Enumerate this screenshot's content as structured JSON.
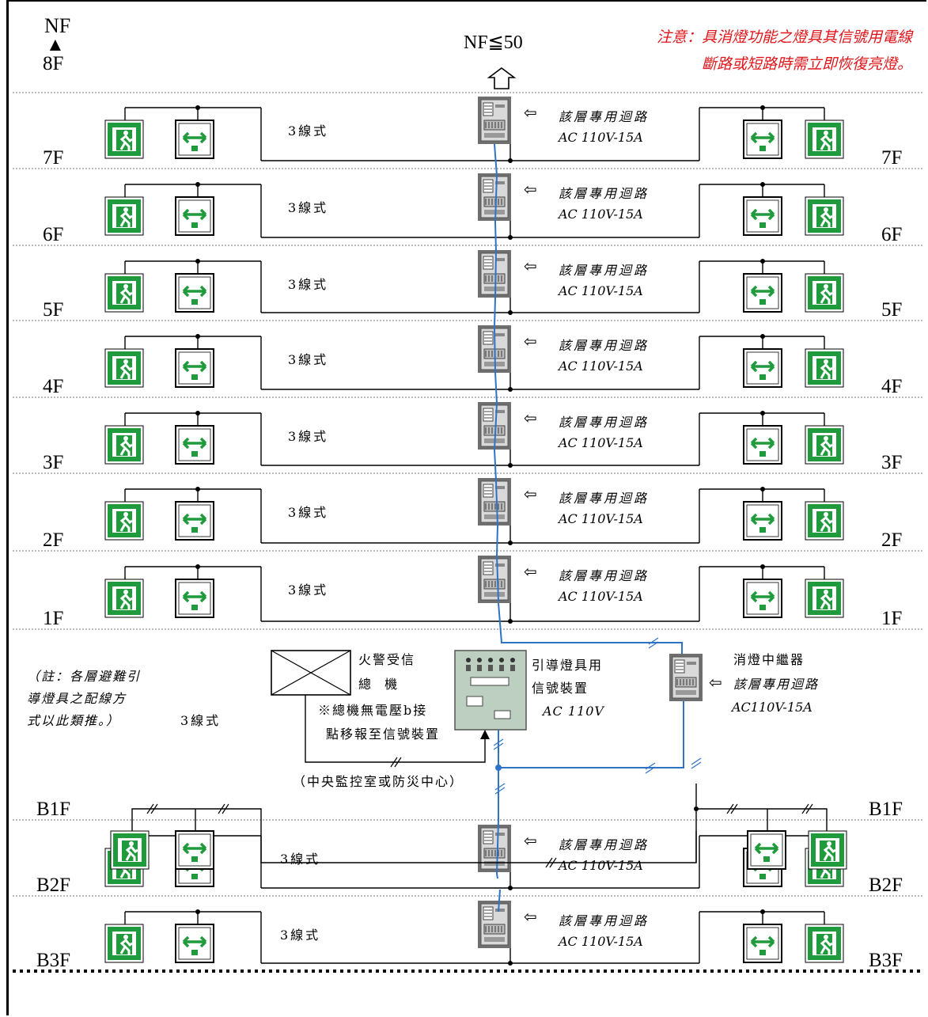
{
  "diagram": {
    "top_floor_label": "NF",
    "top_floor_arrow": "▲",
    "top_floor_sub": "8F",
    "nf_limit": "NF≦50",
    "warning_line1": "注意：具消燈功能之燈具其信號用電線",
    "warning_line2": "斷路或短路時需立即恢復亮燈。",
    "three_wire": "3線式",
    "dedicated_circuit": "該層專用迴路",
    "rating": "AC 110V-15A",
    "floors": [
      "7F",
      "6F",
      "5F",
      "4F",
      "3F",
      "2F",
      "1F",
      "B1F",
      "B2F",
      "B3F"
    ],
    "fire_panel_line1": "火警受信",
    "fire_panel_line2": "總  機",
    "fire_panel_note1": "※總機無電壓b接",
    "fire_panel_note2": "點移報至信號裝置",
    "control_room": "（中央監控室或防災中心）",
    "signal_device_line1": "引導燈具用",
    "signal_device_line2": "信號裝置",
    "signal_device_rating": "AC 110V",
    "relay_title": "消燈中繼器",
    "relay_circuit": "該層專用迴路",
    "relay_rating": "AC110V-15A",
    "remark_line1": "（註：各層避難引",
    "remark_line2": "導燈具之配線方",
    "remark_line3": "式以此類推。）",
    "b1_three_wire": "3線式"
  },
  "colors": {
    "sign_green": "#1f9a3c",
    "signal_wire": "#2f73c6",
    "warning": "#e0151a"
  }
}
